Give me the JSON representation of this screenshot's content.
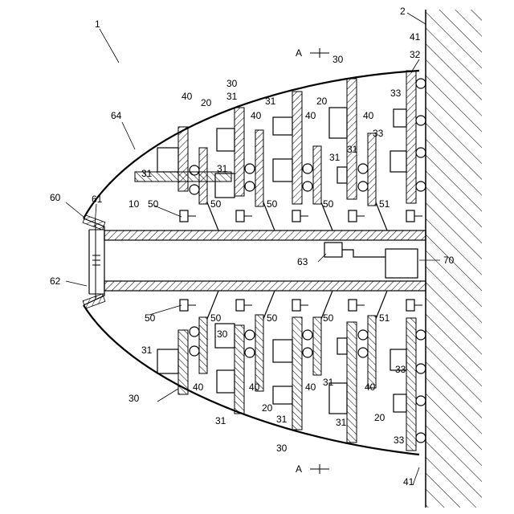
{
  "labels": {
    "device": "1",
    "ground": "2",
    "column": "10",
    "shelf_small": "20",
    "shelf_large": "30",
    "object": "31",
    "object_bottom": "33",
    "shelf_bottom": "32",
    "roller": "40",
    "roller_ground": "41",
    "actuator": "50",
    "actuator_bottom": "51",
    "top_assembly": "60",
    "window": "61",
    "lens": "62",
    "sensor": "63",
    "dome": "64",
    "controller": "70",
    "section_mark": "A"
  }
}
